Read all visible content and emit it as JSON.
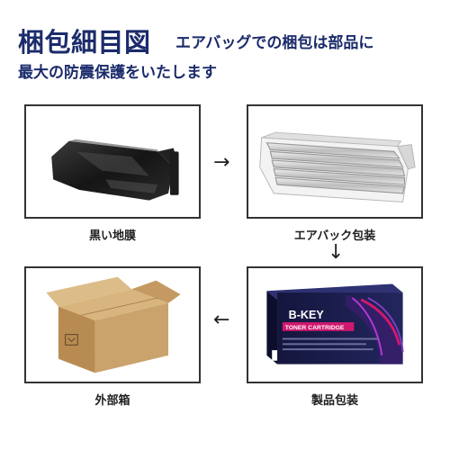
{
  "header": {
    "title": "梱包細目図",
    "subtitle_line1": "エアバッグでの梱包は部品に",
    "subtitle_line2": "最大の防震保護をいたします"
  },
  "steps": [
    {
      "label": "黒い地膜"
    },
    {
      "label": "エアバック包装"
    },
    {
      "label": "製品包装"
    },
    {
      "label": "外部箱"
    }
  ],
  "product_box": {
    "brand": "B-KEY",
    "subtitle": "TONER CARTRIDGE"
  },
  "arrows": {
    "right": "→",
    "down": "↓",
    "left": "←"
  },
  "colors": {
    "title": "#1b2b6b",
    "frame": "#333333",
    "box_dark": "#1a1b4a",
    "box_accent": "#d0186e",
    "cardboard": "#c9a26c"
  }
}
